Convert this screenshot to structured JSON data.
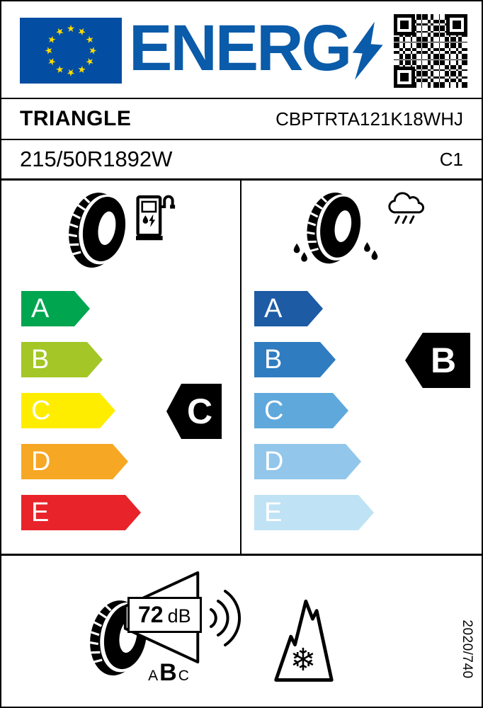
{
  "header": {
    "logo_text": "ENERG",
    "brand": "TRIANGLE",
    "article_code": "CBPTRTA121K18WHJ",
    "dimension": "215/50R1892W",
    "tyre_class": "C1"
  },
  "colors": {
    "logo_blue": "#0A5BA9",
    "flag_blue": "#034EA2",
    "star_yellow": "#FFDD00"
  },
  "fuel_efficiency": {
    "rating": "C",
    "classes": [
      {
        "label": "A",
        "color": "#00A550"
      },
      {
        "label": "B",
        "color": "#A4C626"
      },
      {
        "label": "C",
        "color": "#FFED00"
      },
      {
        "label": "D",
        "color": "#F6A723"
      },
      {
        "label": "E",
        "color": "#E8232A"
      }
    ]
  },
  "wet_grip": {
    "rating": "B",
    "classes": [
      {
        "label": "A",
        "color": "#1D5BA4"
      },
      {
        "label": "B",
        "color": "#2F7CC0"
      },
      {
        "label": "C",
        "color": "#5FA8DC"
      },
      {
        "label": "D",
        "color": "#92C6EA"
      },
      {
        "label": "E",
        "color": "#BFE3F5"
      }
    ]
  },
  "noise": {
    "value": "72",
    "unit": "dB",
    "class_scale": [
      "A",
      "B",
      "C"
    ],
    "rating": "B"
  },
  "regulation_number": "2020/740",
  "icons": {
    "snowflake_glyph": "❄"
  }
}
